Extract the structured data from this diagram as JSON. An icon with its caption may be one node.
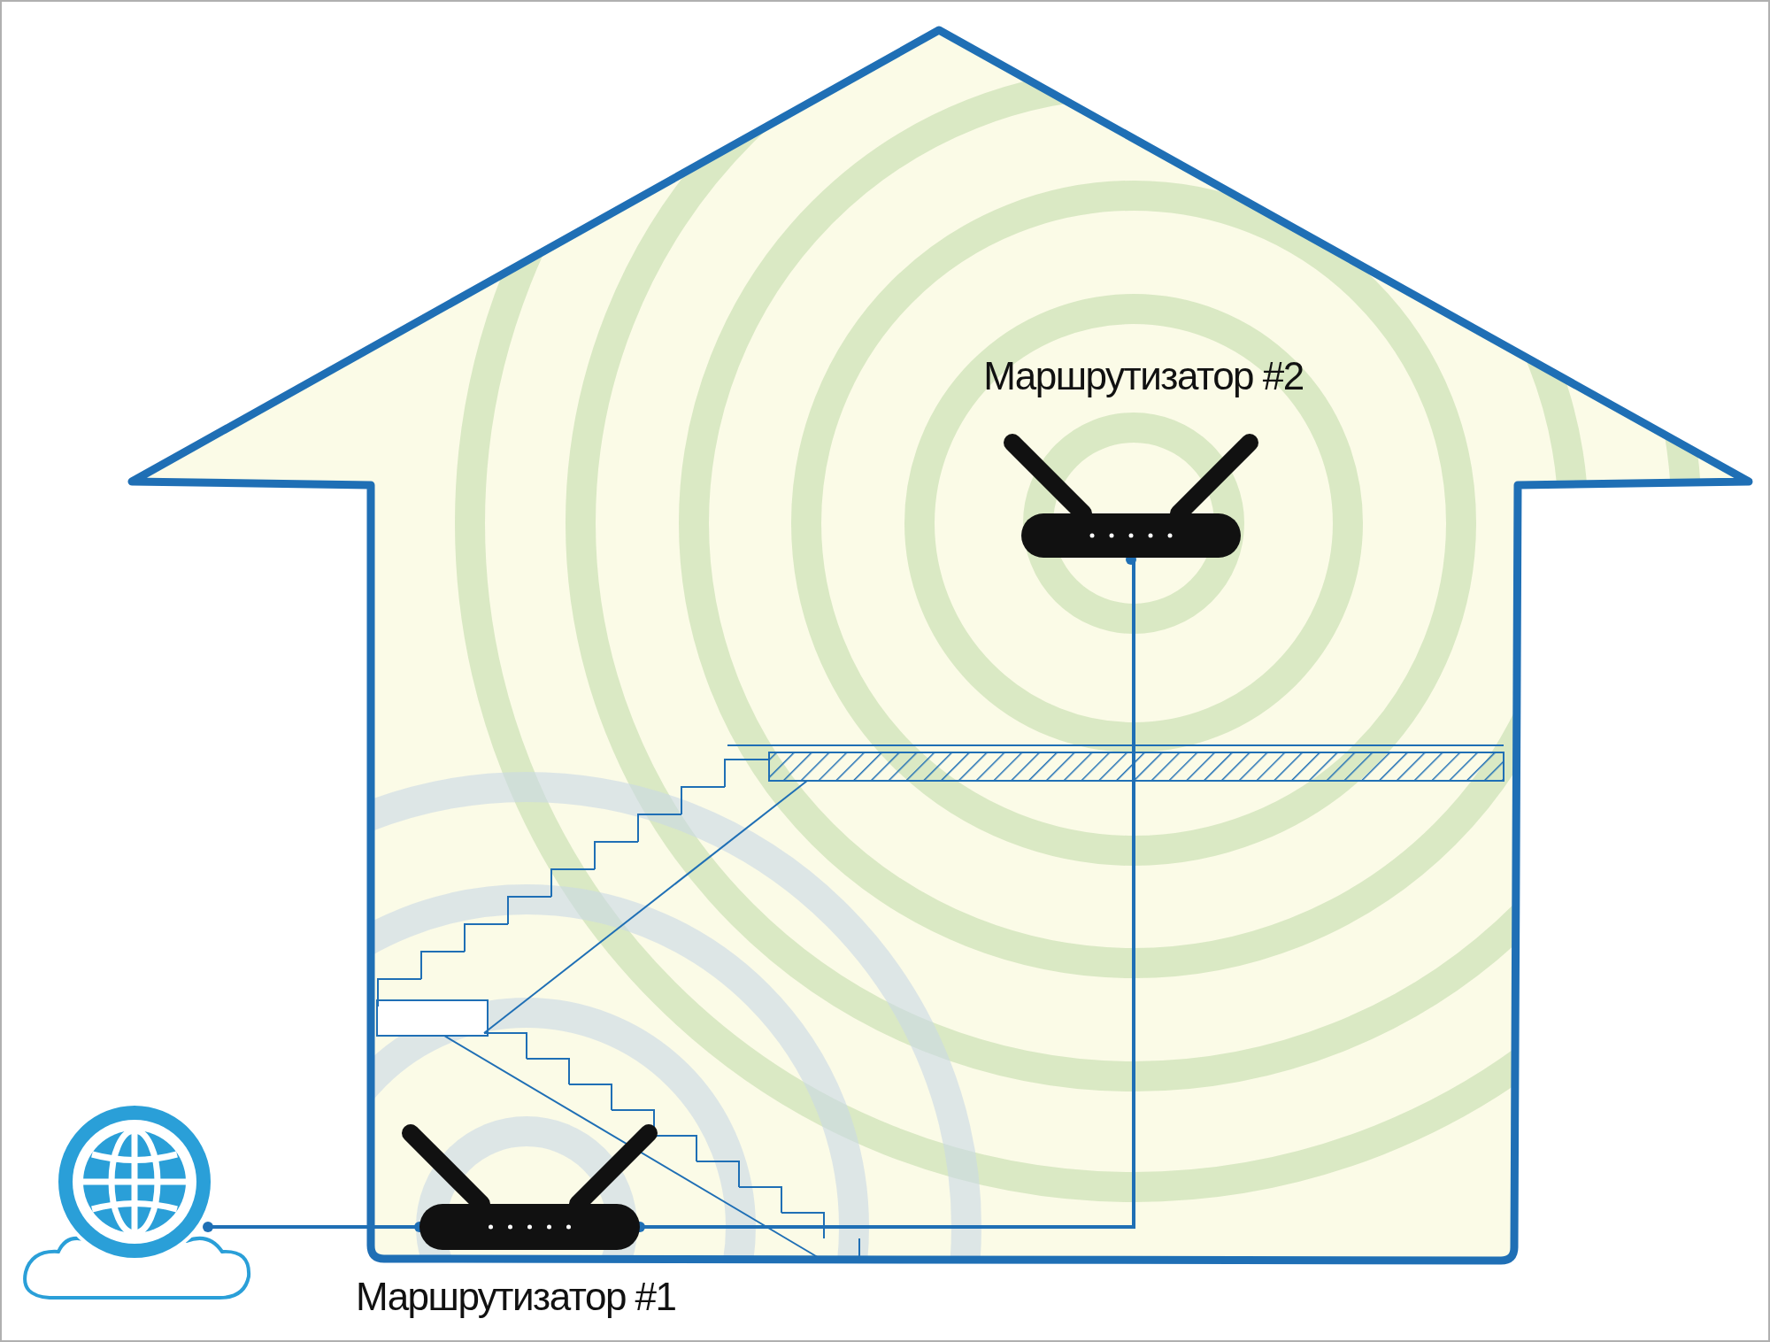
{
  "diagram": {
    "nodes": [
      {
        "text": [],
        "shape": "picture"
      },
      {
        "text": [
          "Маршрутизатор #1"
        ]
      },
      {
        "text": [
          "Маршрутизатор #2"
        ]
      }
    ],
    "edges": [
      {
        "from": 0,
        "to": 1,
        "arrow": "other"
      },
      {
        "from": 1,
        "to": 2,
        "arrow": "other"
      }
    ]
  }
}
